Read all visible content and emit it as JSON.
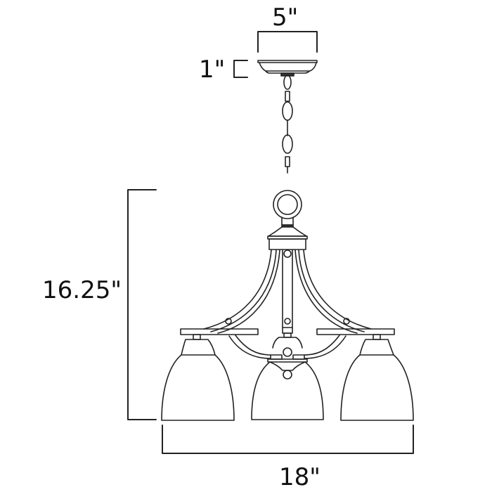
{
  "diagram": {
    "subject": "three-light chandelier dimension drawing",
    "line_color": "#222222",
    "background": "#ffffff",
    "dimensions": {
      "canopy_width": "5\"",
      "canopy_height": "1\"",
      "fixture_height": "16.25\"",
      "fixture_width": "18\""
    },
    "parts": [
      "canopy",
      "chain",
      "loop",
      "body-cap",
      "center-stem",
      "arms",
      "shades"
    ],
    "shade_count": 3
  }
}
